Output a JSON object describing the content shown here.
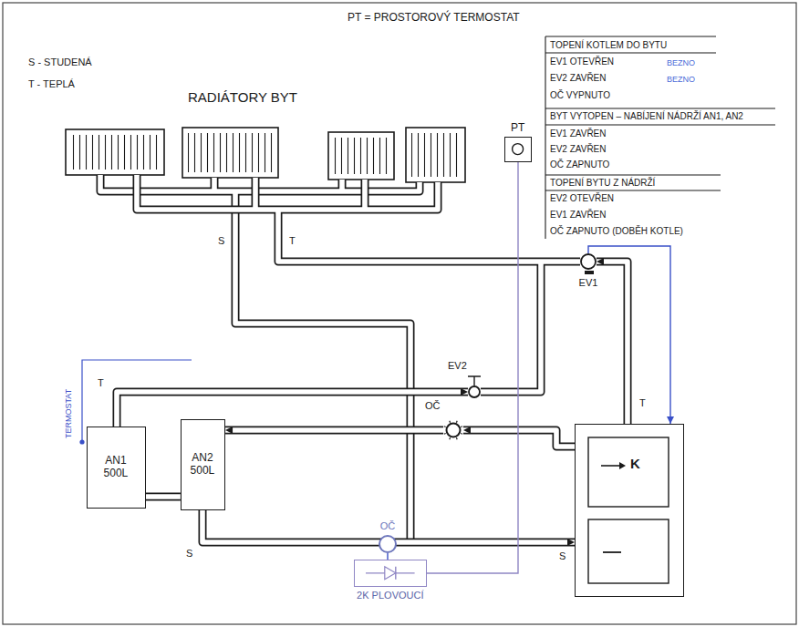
{
  "diagram": {
    "title": "PT = PROSTOROVÝ TERMOSTAT",
    "nodes": [
      {
        "text": [
          "PT"
        ]
      },
      {
        "text": [
          "EV1"
        ]
      },
      {
        "text": [
          "EV2"
        ]
      },
      {
        "text": [
          "AN1 500L"
        ]
      },
      {
        "text": [
          "AN2 500L"
        ]
      },
      {
        "text": [
          "OČ"
        ]
      },
      {
        "text": [
          "K"
        ]
      },
      {
        "text": [
          "OČ"
        ]
      },
      {
        "text": [
          "2K PLOVOUCÍ"
        ]
      }
    ],
    "edges": [
      {
        "from": 6,
        "to": 1,
        "arrow": "to"
      },
      {
        "from": 6,
        "to": 5,
        "arrow": "to"
      },
      {
        "from": 5,
        "to": 4,
        "arrow": "to"
      },
      {
        "from": 3,
        "to": 2,
        "arrow": "to"
      },
      {
        "from": 3,
        "to": 4,
        "arrow": "none"
      },
      {
        "from": 4,
        "to": 6,
        "arrow": "to"
      },
      {
        "from": 0,
        "to": 8,
        "arrow": "none"
      },
      {
        "from": 1,
        "to": 6,
        "arrow": "to"
      },
      {
        "from": 8,
        "to": 7,
        "arrow": "none"
      }
    ],
    "labels": [
      "S - STUDENÁ",
      "T - TEPLÁ",
      "RADIÁTORY BYT",
      "TOPENÍ KOTLEM DO BYTU",
      "EV1 OTEVŘEN",
      "BEZNO",
      "EV2 ZAVŘEN",
      "BEZNO",
      "OČ VYPNUTO",
      "BYT VYTOPEN – NABÍJENÍ NÁDRŽÍ AN1, AN2",
      "EV1 ZAVŘEN",
      "EV2 ZAVŘEN",
      "OČ ZAPNUTO",
      "TOPENÍ BYTU Z NÁDRŽÍ",
      "EV2 OTEVŘEN",
      "EV1 ZAVŘEN",
      "OČ ZAPNUTO (DOBĚH KOTLE)",
      "S",
      "T",
      "T",
      "T",
      "TERMOSTAT",
      "S",
      "S"
    ]
  }
}
